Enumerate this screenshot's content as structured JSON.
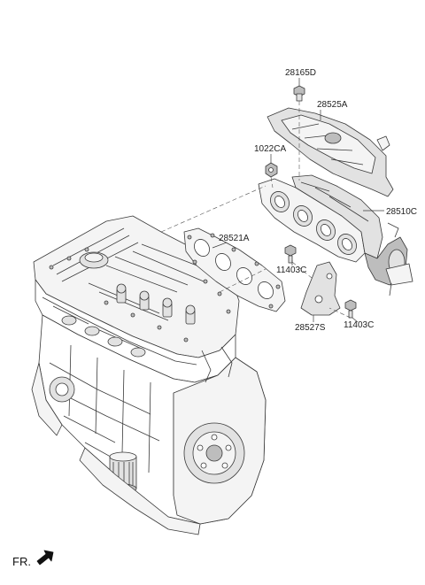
{
  "labels": {
    "p28165D": "28165D",
    "p28525A": "28525A",
    "p1022CA": "1022CA",
    "p28510C": "28510C",
    "p28521A": "28521A",
    "p11403C_a": "11403C",
    "p28527S": "28527S",
    "p11403C_b": "11403C"
  },
  "direction": {
    "text": "FR."
  },
  "colors": {
    "line": "#3a3a3a",
    "fill_light": "#f4f4f4",
    "fill_mid": "#e2e2e2",
    "fill_dark": "#bdbdbd"
  }
}
